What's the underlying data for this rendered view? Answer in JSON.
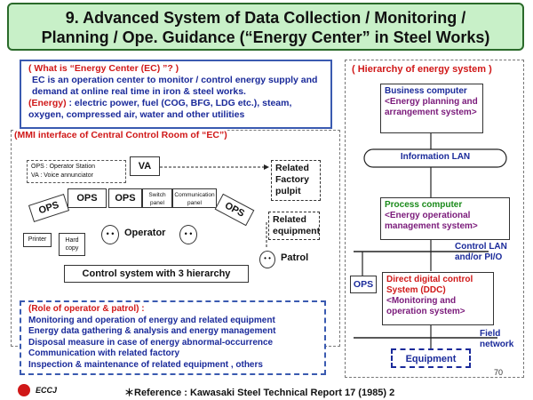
{
  "title": {
    "line1": "9. Advanced System of Data Collection / Monitoring /",
    "line2": "Planning / Ope. Guidance (“Energy Center” in Steel Works)"
  },
  "ec_def": {
    "heading": "( What is “Energy Center (EC) ”? )",
    "body": "EC is an operation center to monitor / control energy supply and demand at online real time in iron & steel works.",
    "energy_label": "(Energy)",
    "energy_text": ": electric power, fuel (COG, BFG, LDG etc.), steam, oxygen, compressed air, water and other utilities"
  },
  "mmi": {
    "title": "(MMI interface of Central Control Room of “EC”)",
    "legend_ops": "OPS : Operator Station",
    "legend_va": "VA  : Voice annunciator",
    "va": "VA",
    "ops_left": "OPS",
    "ops_mid1": "OPS",
    "ops_mid2": "OPS",
    "ops_right": "OPS",
    "switch_panel": "Switch panel",
    "comm_panel": "Communication panel",
    "related_factory": "Related Factory pulpit",
    "related_equipment": "Related equipment",
    "printer": "Printer",
    "hard_copy": "Hard copy",
    "operator": "Operator",
    "patrol": "Patrol",
    "control_system": "Control system with 3 hierarchy"
  },
  "role": {
    "heading": "(Role of operator & patrol) :",
    "items": [
      "Monitoring and operation of energy and related equipment",
      "Energy data gathering & analysis and energy management",
      "Disposal measure in case of energy abnormal-occurrence",
      "Communication with related factory",
      "Inspection & maintenance of related equipment , others"
    ]
  },
  "hierarchy": {
    "title": "( Hierarchy of energy system )",
    "business_title": "Business computer",
    "business_sub": "<Energy planning and arrangement system>",
    "info_lan": "Information LAN",
    "process_title": "Process computer",
    "process_sub": "<Energy operational management system>",
    "control_lan": "Control LAN and/or PI/O",
    "ops": "OPS",
    "ddc_title": "Direct digital control System (DDC)",
    "ddc_sub": "<Monitoring and operation system>",
    "field_network": "Field network",
    "equipment": "Equipment"
  },
  "footer": {
    "logo": "ECCJ",
    "reference": "＊Reference : Kawasaki Steel Technical Report 17 (1985) 2",
    "slide_number": "70"
  },
  "colors": {
    "title_bg": "#c8f0c8",
    "accent_blue": "#1a2a9a",
    "accent_red": "#d01818",
    "accent_green": "#1a8a1a"
  }
}
